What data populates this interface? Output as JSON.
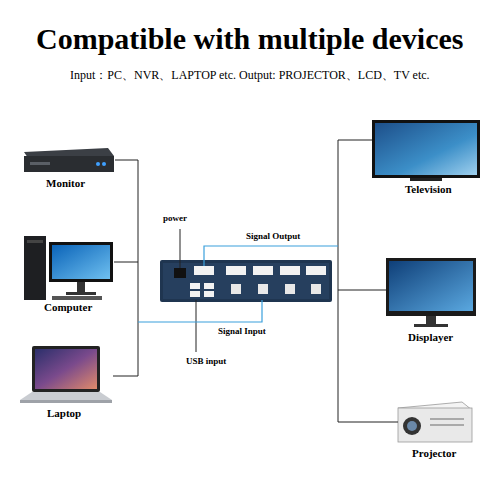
{
  "diagram": {
    "title": "Compatible with multiple devices",
    "nodes": [
      {
        "text": [
          "Monitor"
        ]
      },
      {
        "text": [
          "Computer"
        ]
      },
      {
        "text": [
          "Laptop"
        ]
      },
      {
        "text": [
          "Television"
        ]
      },
      {
        "text": [
          "Displayer"
        ]
      },
      {
        "text": [
          "Projector"
        ]
      }
    ],
    "labels": [
      "Input：PC、NVR、LAPTOP etc. Output: PROJECTOR、LCD、TV etc.",
      "power",
      "Signal Output",
      "Signal Input",
      "USB input"
    ]
  }
}
